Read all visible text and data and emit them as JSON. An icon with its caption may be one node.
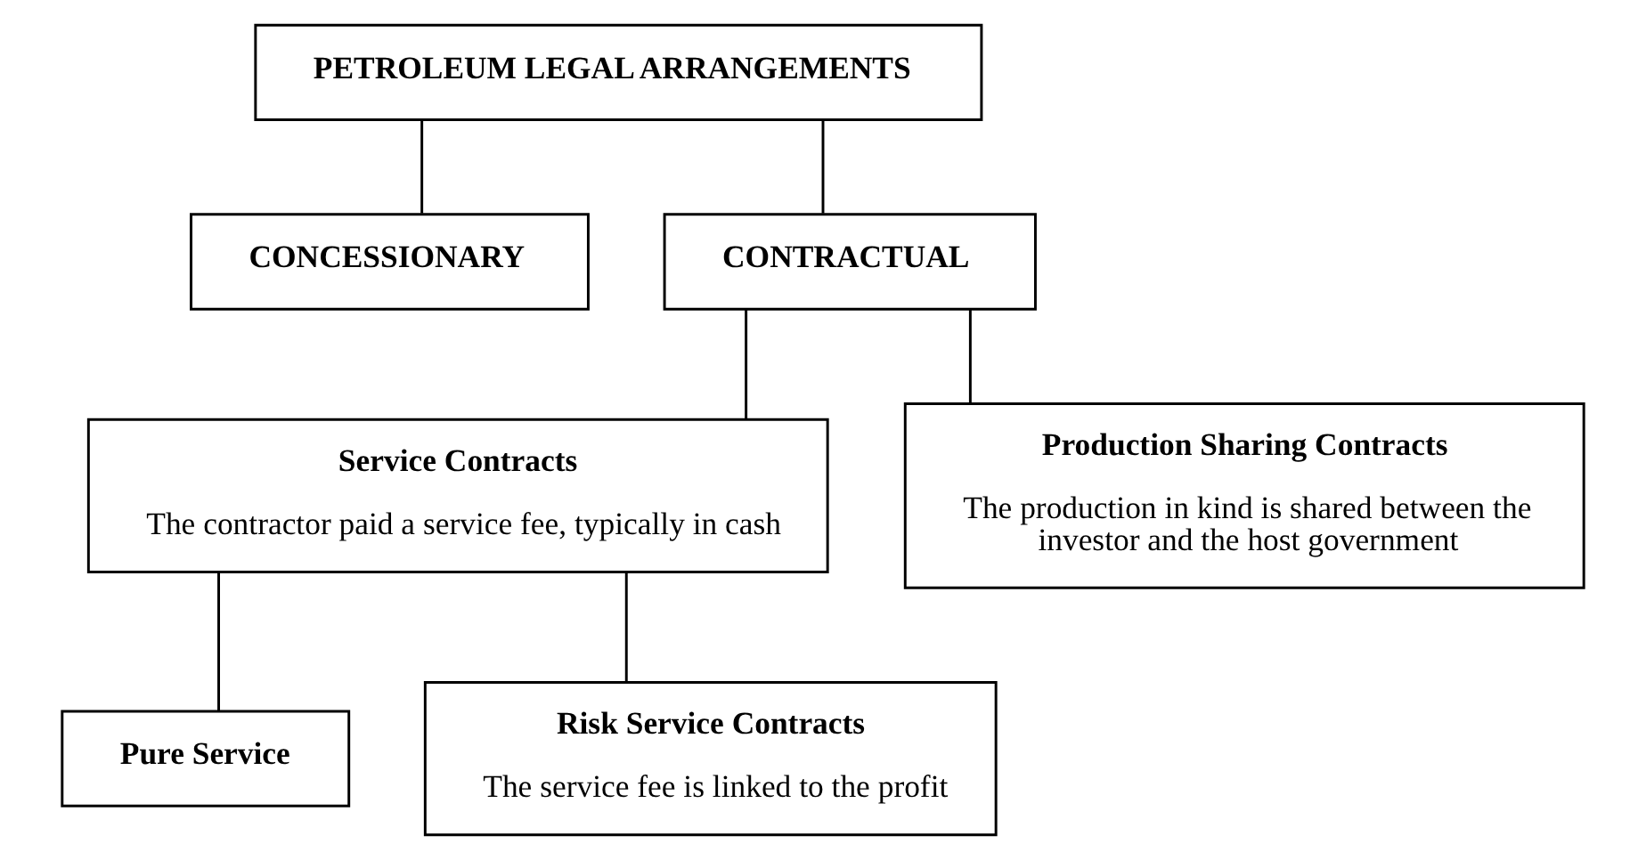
{
  "diagram": {
    "nodes": [
      {
        "text": [
          "PETROLEUM LEGAL ARRANGEMENTS"
        ]
      },
      {
        "text": [
          "CONCESSIONARY"
        ]
      },
      {
        "text": [
          "CONTRACTUAL"
        ]
      },
      {
        "text": [
          "Service Contracts",
          "The contractor paid a service fee, typically in cash"
        ]
      },
      {
        "text": [
          "Production Sharing Contracts",
          "The production in kind is shared between the investor and the host government"
        ]
      },
      {
        "text": [
          "Pure Service"
        ]
      },
      {
        "text": [
          "Risk Service Contracts",
          "The service fee is linked to the profit"
        ]
      }
    ],
    "edges": [
      {
        "from": 0,
        "to": 1,
        "arrow": "none"
      },
      {
        "from": 0,
        "to": 2,
        "arrow": "none"
      },
      {
        "from": 2,
        "to": 3,
        "arrow": "none"
      },
      {
        "from": 2,
        "to": 4,
        "arrow": "none"
      },
      {
        "from": 3,
        "to": 5,
        "arrow": "none"
      },
      {
        "from": 3,
        "to": 6,
        "arrow": "none"
      }
    ]
  }
}
